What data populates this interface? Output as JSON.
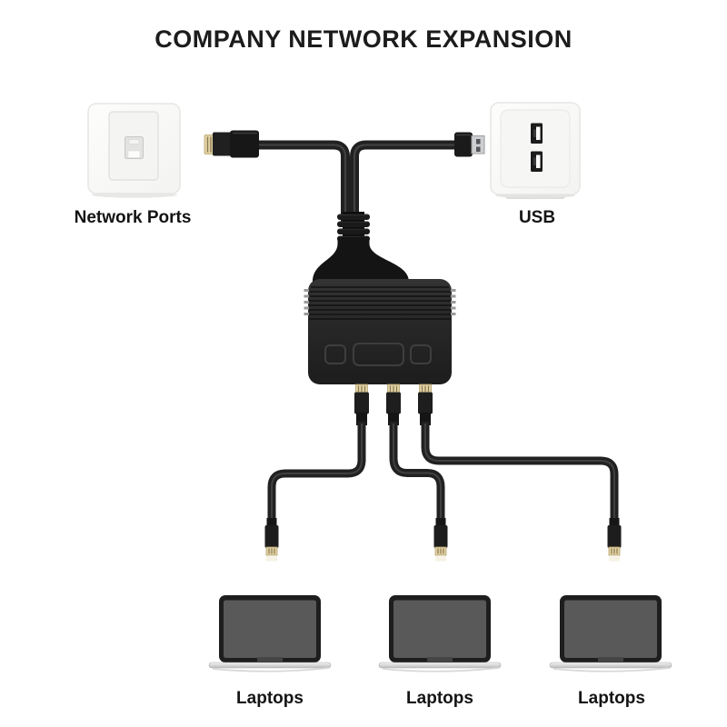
{
  "title": "COMPANY NETWORK EXPANSION",
  "nodes": {
    "network_ports": {
      "label": "Network Ports"
    },
    "usb": {
      "label": "USB"
    },
    "laptops": [
      {
        "label": "Laptops"
      },
      {
        "label": "Laptops"
      },
      {
        "label": "Laptops"
      }
    ]
  },
  "device": {
    "name": "3-port ethernet splitter adapter",
    "top_plugs": [
      "rj45-plug",
      "usb-a-plug"
    ],
    "bottom_ports": 3
  },
  "connections": [
    {
      "from": "splitter",
      "to": "network-ports-wall-jack",
      "via": "rj45-plug"
    },
    {
      "from": "splitter",
      "to": "usb-wall-outlet",
      "via": "usb-a-plug"
    },
    {
      "from": "splitter",
      "to": "laptop-1",
      "via": "rj45-cable"
    },
    {
      "from": "splitter",
      "to": "laptop-2",
      "via": "rj45-cable"
    },
    {
      "from": "splitter",
      "to": "laptop-3",
      "via": "rj45-cable"
    }
  ],
  "colors": {
    "background": "#ffffff",
    "text": "#1c1c1c",
    "device_black": "#222222",
    "cable_highlight": "#464646",
    "connector_gold": "#e2d3a4",
    "usb_metal": "#cccED0",
    "wall_plate": "#fbfbfa",
    "laptop_screen": "#595959",
    "laptop_base": "#d9d9d9"
  }
}
